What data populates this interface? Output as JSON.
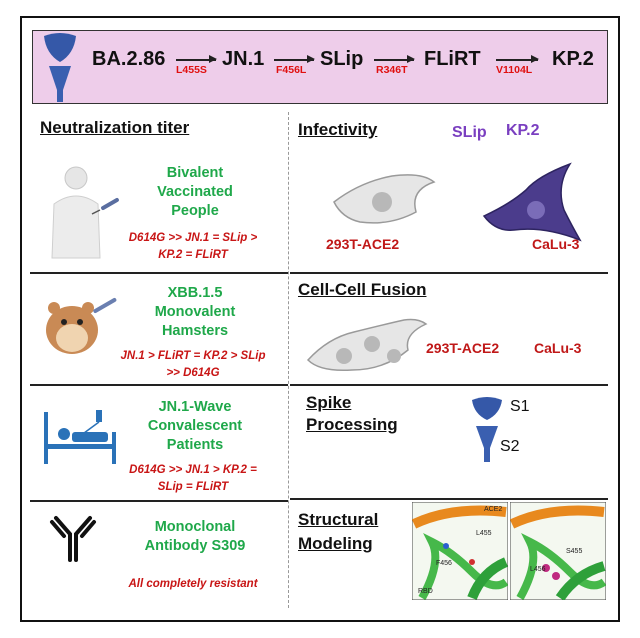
{
  "lineage": {
    "variants": [
      "BA.2.86",
      "JN.1",
      "SLip",
      "FLiRT",
      "KP.2"
    ],
    "mutations": [
      "L455S",
      "F456L",
      "R346T",
      "V1104L"
    ]
  },
  "left": {
    "heading": "Neutralization titer",
    "panels": [
      {
        "group": [
          "Bivalent",
          "Vaccinated",
          "People"
        ],
        "result": [
          "D614G >> JN.1 = SLip >",
          "KP.2 = FLiRT"
        ]
      },
      {
        "group": [
          "XBB.1.5",
          "Monovalent",
          "Hamsters"
        ],
        "result": [
          "JN.1 > FLiRT = KP.2 > SLip",
          ">> D614G"
        ]
      },
      {
        "group": [
          "JN.1-Wave",
          "Convalescent",
          "Patients"
        ],
        "result": [
          "D614G >> JN.1 > KP.2 =",
          "SLip = FLiRT"
        ]
      },
      {
        "group": [
          "Monoclonal",
          "Antibody S309"
        ],
        "result": [
          "All completely resistant"
        ]
      }
    ]
  },
  "right": {
    "infectivity": {
      "heading": "Infectivity",
      "slip_label": "SLip",
      "kp2_label": "KP.2",
      "cell1": "293T-ACE2",
      "cell2": "CaLu-3"
    },
    "fusion": {
      "heading": "Cell-Cell Fusion",
      "cell1": "293T-ACE2",
      "cell2": "CaLu-3"
    },
    "processing": {
      "heading_line1": "Spike",
      "heading_line2": "Processing",
      "s1": "S1",
      "s2": "S2"
    },
    "modeling": {
      "heading_line1": "Structural",
      "heading_line2": "Modeling",
      "labels": [
        "ACE2",
        "L455",
        "F456",
        "RBD",
        "S455",
        "L456"
      ]
    }
  },
  "colors": {
    "banner_bg": "#eecdea",
    "mutation": "#e01010",
    "group": "#1fa84a",
    "result": "#c81515",
    "slip": "#7a3fc0",
    "kp2_cell": "#4b3c8c",
    "spike": "#3558a8"
  }
}
